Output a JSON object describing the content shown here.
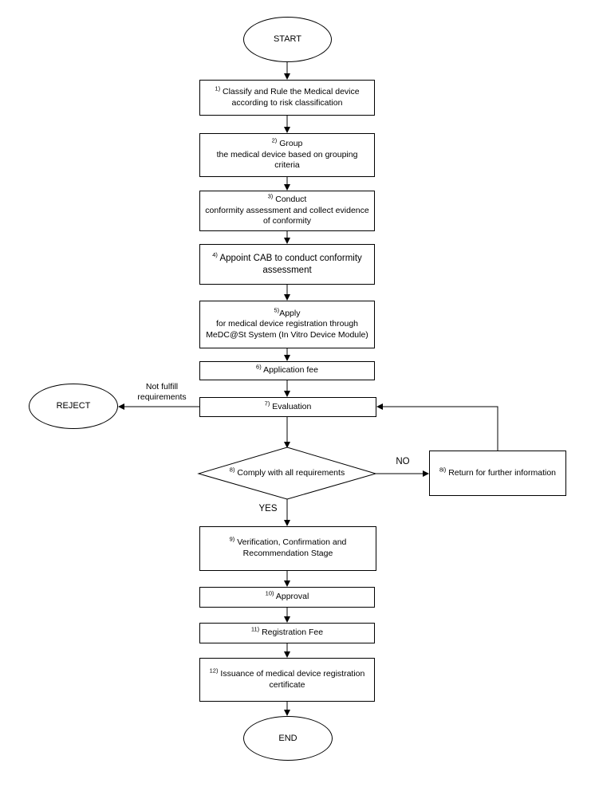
{
  "nodes": {
    "start": {
      "text": "START"
    },
    "s1": {
      "num": "1)",
      "line1": "Classify and Rule the Medical device",
      "line2": "according to risk classification"
    },
    "s2": {
      "num": "2)",
      "line1": "Group",
      "line2": "the medical device based on grouping",
      "line3": "criteria"
    },
    "s3": {
      "num": "3)",
      "line1": "Conduct",
      "line2": "conformity assessment and collect evidence",
      "line3": "of conformity"
    },
    "s4": {
      "num": "4)",
      "line1": "Appoint CAB to conduct conformity",
      "line2": "assessment"
    },
    "s5": {
      "num": "5)",
      "line1": "Apply",
      "line2": "for medical device registration through",
      "line3": "MeDC@St System (In Vitro Device Module)"
    },
    "s6": {
      "num": "6)",
      "line1": "Application fee"
    },
    "s7": {
      "num": "7)",
      "line1": "Evaluation"
    },
    "s8": {
      "num": "8)",
      "line1": "Comply with all requirements"
    },
    "s8i": {
      "num": "8i)",
      "line1": "Return for further information"
    },
    "s9": {
      "num": "9)",
      "line1": "Verification, Confirmation and",
      "line2": "Recommendation Stage"
    },
    "s10": {
      "num": "10)",
      "line1": "Approval"
    },
    "s11": {
      "num": "11)",
      "line1": "Registration Fee"
    },
    "s12": {
      "num": "12)",
      "line1": "Issuance of medical device registration",
      "line2": "certificate"
    },
    "reject": {
      "text": "REJECT"
    },
    "end": {
      "text": "END"
    }
  },
  "edge_labels": {
    "not_fulfill_line1": "Not fulfill",
    "not_fulfill_line2": "requirements",
    "no": "NO",
    "yes": "YES"
  }
}
